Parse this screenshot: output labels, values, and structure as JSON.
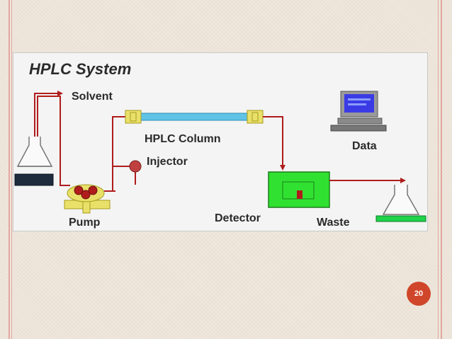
{
  "slide": {
    "page_number": "20",
    "accent_color": "#d0462a",
    "border_color": "#e2a7a0"
  },
  "diagram": {
    "title": "HPLC System",
    "labels": {
      "solvent": "Solvent",
      "hplc_column": "HPLC Column",
      "injector": "Injector",
      "pump": "Pump",
      "detector": "Detector",
      "waste": "Waste",
      "data": "Data"
    },
    "colors": {
      "tubing": "#b01c1c",
      "column": "#5fc3e6",
      "fittings": "#e9e06a",
      "detector": "#31e131",
      "reservoir": "#1d2b3d",
      "waste_liquid": "#1fd34a",
      "monitor_screen": "#3b3be6"
    }
  }
}
